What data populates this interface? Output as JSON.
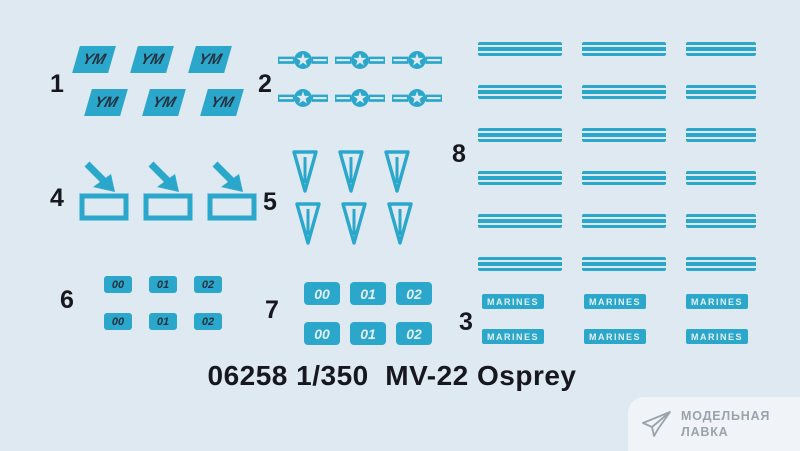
{
  "colors": {
    "bg": "#dfe9f2",
    "decal": "#2ba7cc",
    "ink": "#16171f",
    "dark": "#25313e",
    "light": "#e4eef5",
    "wm": "#9aa3ab",
    "wmbg": "#f0f3f7"
  },
  "title": "06258 1/350  MV-22 Osprey",
  "groups": {
    "g1": {
      "label": "1",
      "text": "YM"
    },
    "g2": {
      "label": "2"
    },
    "g3": {
      "label": "3",
      "text": "MARINES"
    },
    "g4": {
      "label": "4"
    },
    "g5": {
      "label": "5"
    },
    "g6": {
      "label": "6",
      "numbers": [
        "00",
        "01",
        "02"
      ]
    },
    "g7": {
      "label": "7",
      "numbers": [
        "00",
        "01",
        "02"
      ]
    },
    "g8": {
      "label": "8"
    }
  },
  "watermark": {
    "line1": "МОДЕЛЬНАЯ",
    "line2": "ЛАВКА"
  }
}
